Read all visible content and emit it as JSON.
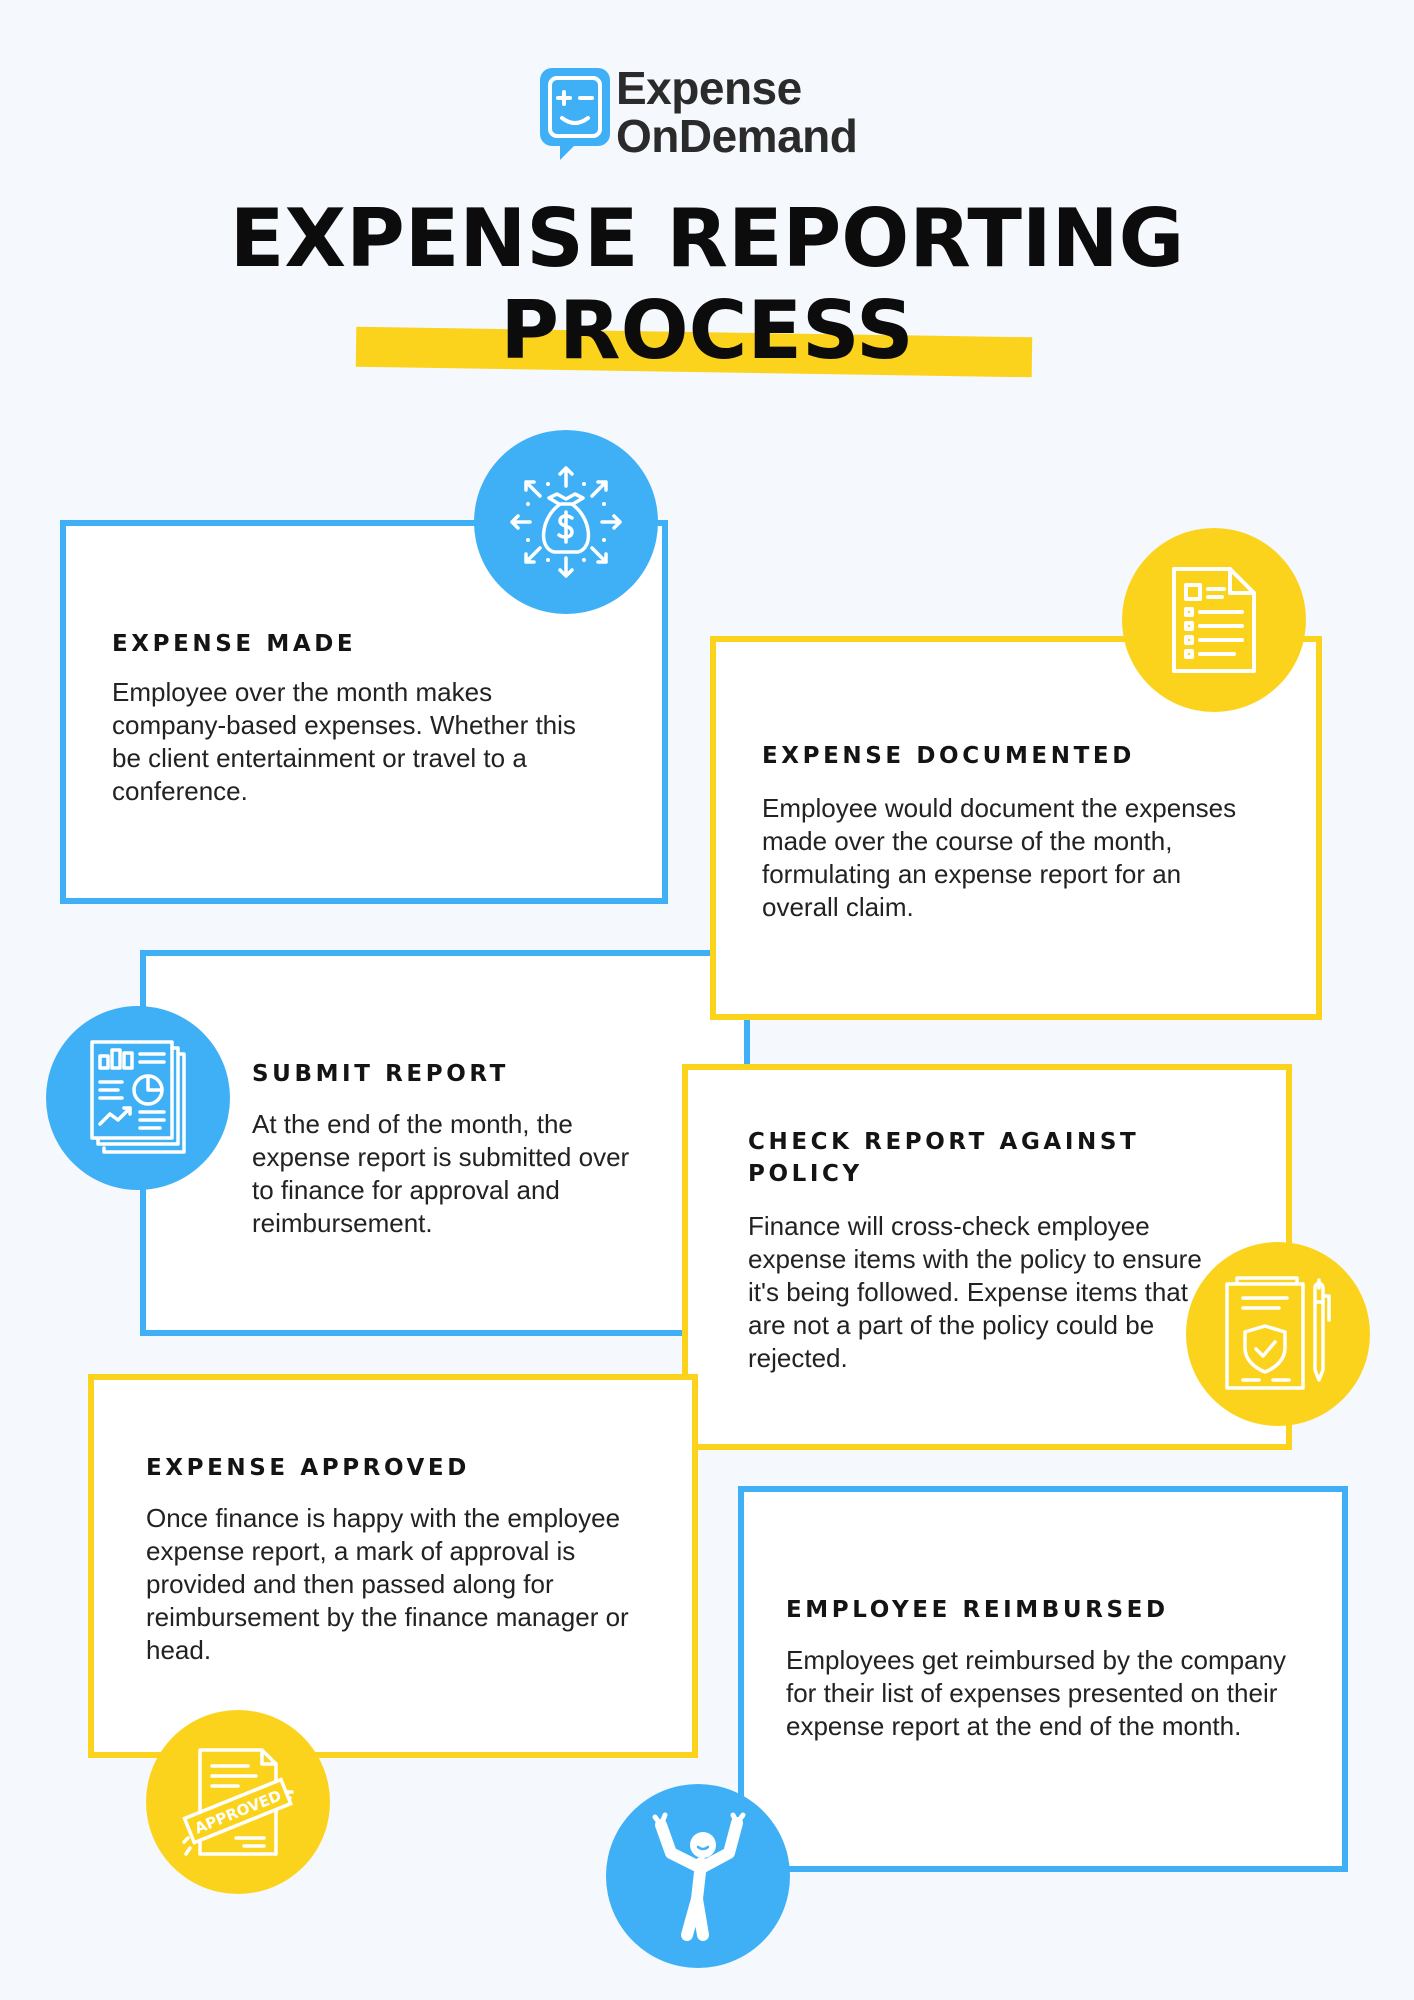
{
  "brand": {
    "line1": "Expense",
    "line2": "OnDemand"
  },
  "title": {
    "line1": "EXPENSE REPORTING",
    "line2": "PROCESS"
  },
  "colors": {
    "blue": "#3fb0f6",
    "yellow": "#fcd31c",
    "background": "#f5f9fd",
    "text": "#1b1b1b"
  },
  "steps": [
    {
      "heading": "EXPENSE MADE",
      "body": "Employee over the month makes company-based expenses. Whether this be client entertainment or travel to a conference.",
      "icon": "money-bag-icon",
      "color": "blue"
    },
    {
      "heading": "EXPENSE DOCUMENTED",
      "body": "Employee would document the expenses made over the course of the month, formulating an expense report for an overall claim.",
      "icon": "document-icon",
      "color": "yellow"
    },
    {
      "heading": "SUBMIT REPORT",
      "body": "At the end of the month, the expense report is submitted over to finance for approval and reimbursement.",
      "icon": "report-icon",
      "color": "blue"
    },
    {
      "heading": "CHECK REPORT AGAINST POLICY",
      "body": "Finance will cross-check employee expense items with the policy to ensure it's being followed. Expense items that are not a part of the policy could be rejected.",
      "icon": "policy-shield-icon",
      "color": "yellow"
    },
    {
      "heading": "EXPENSE APPROVED",
      "body": "Once finance is happy with the employee expense report, a mark of approval is provided and then passed along for reimbursement by the finance manager or head.",
      "icon": "approved-stamp-icon",
      "color": "yellow",
      "stamp_text": "APPROVED"
    },
    {
      "heading": "EMPLOYEE REIMBURSED",
      "body": "Employees get reimbursed by the company for their list of expenses presented on their expense report at the end of the month.",
      "icon": "celebrating-person-icon",
      "color": "blue"
    }
  ]
}
